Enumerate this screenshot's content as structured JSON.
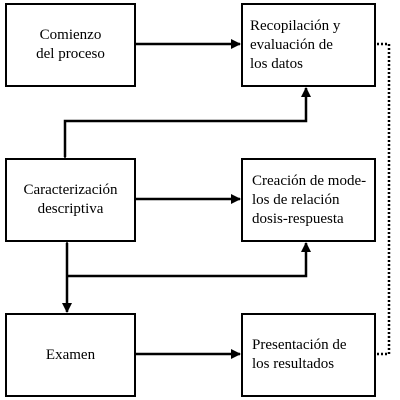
{
  "diagram": {
    "boxes": {
      "start": {
        "lines": [
          "Comienzo",
          "del proceso"
        ]
      },
      "collect": {
        "lines": [
          "Recopilación y",
          "evaluación de",
          "los datos"
        ]
      },
      "describe": {
        "lines": [
          "Caracterización",
          "descriptiva"
        ]
      },
      "model": {
        "lines": [
          "Creación de mode-",
          "los de relación",
          "dosis-respuesta"
        ]
      },
      "exam": {
        "lines": [
          "Examen"
        ]
      },
      "results": {
        "lines": [
          "Presentación de",
          "los resultados"
        ]
      }
    },
    "colors": {
      "stroke": "#000000",
      "background": "#ffffff"
    }
  }
}
